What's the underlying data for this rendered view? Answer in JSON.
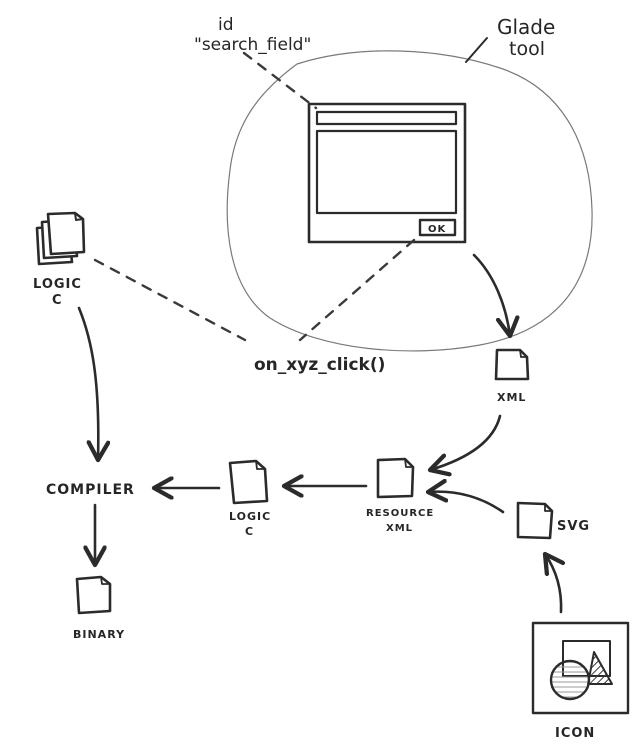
{
  "diagram": {
    "annotations": {
      "id_label_line1": "id",
      "id_label_line2": "\"search_field\"",
      "glade_line1": "Glade",
      "glade_line2": "tool",
      "callback": "on_xyz_click()"
    },
    "mockup_window": {
      "ok_button": "OK"
    },
    "nodes": {
      "logic_c_source_line1": "LOGIC",
      "logic_c_source_line2": "C",
      "xml": "XML",
      "resource_xml_line1": "RESOURCE",
      "resource_xml_line2": "XML",
      "svg": "SVG",
      "logic_c_generated_line1": "LOGIC",
      "logic_c_generated_line2": "C",
      "compiler": "COMPILER",
      "binary": "BINARY",
      "icon": "ICON"
    },
    "edges": [
      {
        "from": "glade-tool",
        "to": "xml"
      },
      {
        "from": "xml",
        "to": "resource-xml"
      },
      {
        "from": "svg",
        "to": "resource-xml"
      },
      {
        "from": "icon",
        "to": "svg"
      },
      {
        "from": "resource-xml",
        "to": "logic-c-generated"
      },
      {
        "from": "logic-c-generated",
        "to": "compiler"
      },
      {
        "from": "logic-c-source",
        "to": "compiler"
      },
      {
        "from": "compiler",
        "to": "binary"
      }
    ],
    "colors": {
      "ink": "#2b2b2b",
      "circle": "#7a7a7a",
      "background": "#ffffff"
    }
  }
}
